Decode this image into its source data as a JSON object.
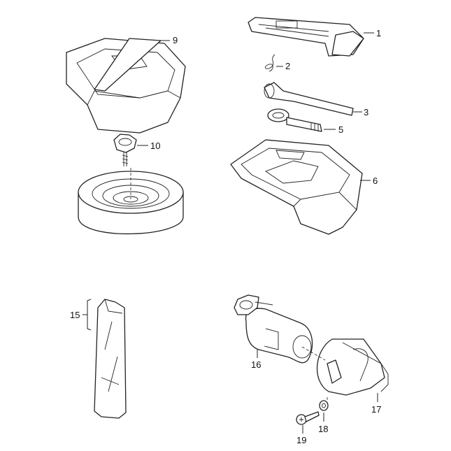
{
  "diagram": {
    "callouts": [
      {
        "id": "1",
        "label": "1"
      },
      {
        "id": "2",
        "label": "2"
      },
      {
        "id": "3",
        "label": "3"
      },
      {
        "id": "5",
        "label": "5"
      },
      {
        "id": "6",
        "label": "6"
      },
      {
        "id": "9",
        "label": "9"
      },
      {
        "id": "10",
        "label": "10"
      },
      {
        "id": "15",
        "label": "15"
      },
      {
        "id": "16",
        "label": "16"
      },
      {
        "id": "17",
        "label": "17"
      },
      {
        "id": "18",
        "label": "18"
      },
      {
        "id": "19",
        "label": "19"
      }
    ]
  }
}
